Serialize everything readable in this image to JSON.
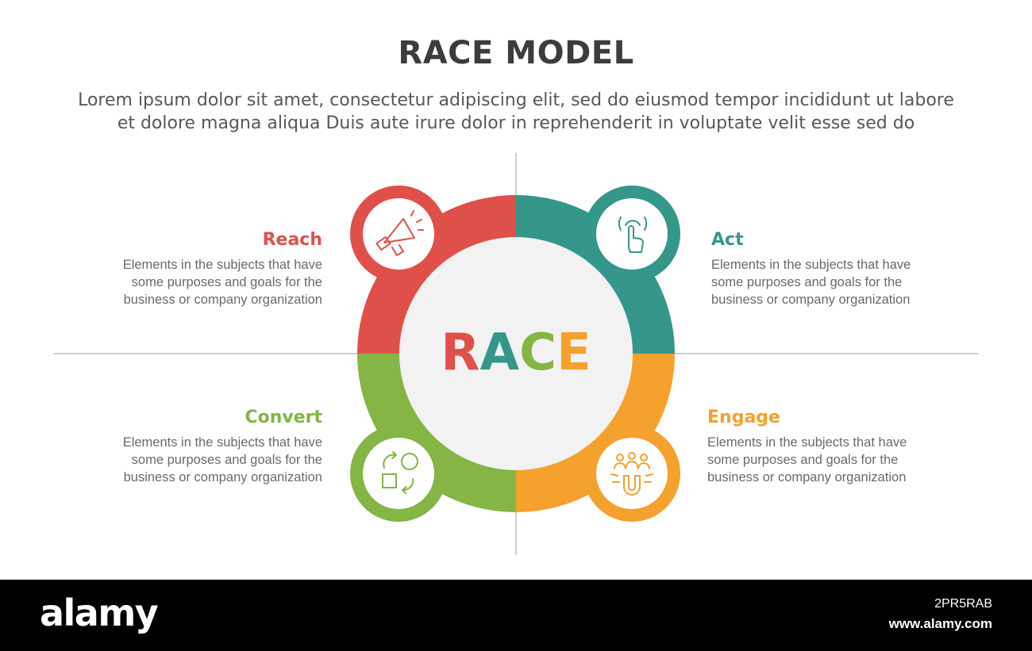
{
  "title": "RACE MODEL",
  "subtitle_lines": [
    "Lorem ipsum dolor sit amet, consectetur adipiscing elit, sed do eiusmod tempor incididunt ut labore",
    "et dolore magna aliqua Duis aute irure dolor in reprehenderit in voluptate velit esse sed do"
  ],
  "center": {
    "letters": [
      {
        "char": "R",
        "color": "#e0504a"
      },
      {
        "char": "A",
        "color": "#34978a"
      },
      {
        "char": "C",
        "color": "#84b545"
      },
      {
        "char": "E",
        "color": "#f4a12e"
      }
    ]
  },
  "stages": [
    {
      "title": "Reach",
      "color": "#e0504a",
      "icon": "megaphone-icon",
      "desc": [
        "Elements in the subjects that have",
        "some purposes and goals for the",
        "business or company organization"
      ]
    },
    {
      "title": "Act",
      "color": "#34978a",
      "icon": "touch-hand-icon",
      "desc": [
        "Elements in the subjects that have",
        "some purposes and goals for the",
        "business or company organization"
      ]
    },
    {
      "title": "Convert",
      "color": "#84b545",
      "icon": "convert-shapes-icon",
      "desc": [
        "Elements in the subjects that have",
        "some purposes and goals for the",
        "business or company organization"
      ]
    },
    {
      "title": "Engage",
      "color": "#f4a12e",
      "icon": "magnet-people-icon",
      "desc": [
        "Elements in the subjects that have",
        "some purposes and goals for the",
        "business or company organization"
      ]
    }
  ],
  "watermark": {
    "brand": "alamy",
    "image_id": "2PR5RAB",
    "site": "www.alamy.com"
  }
}
